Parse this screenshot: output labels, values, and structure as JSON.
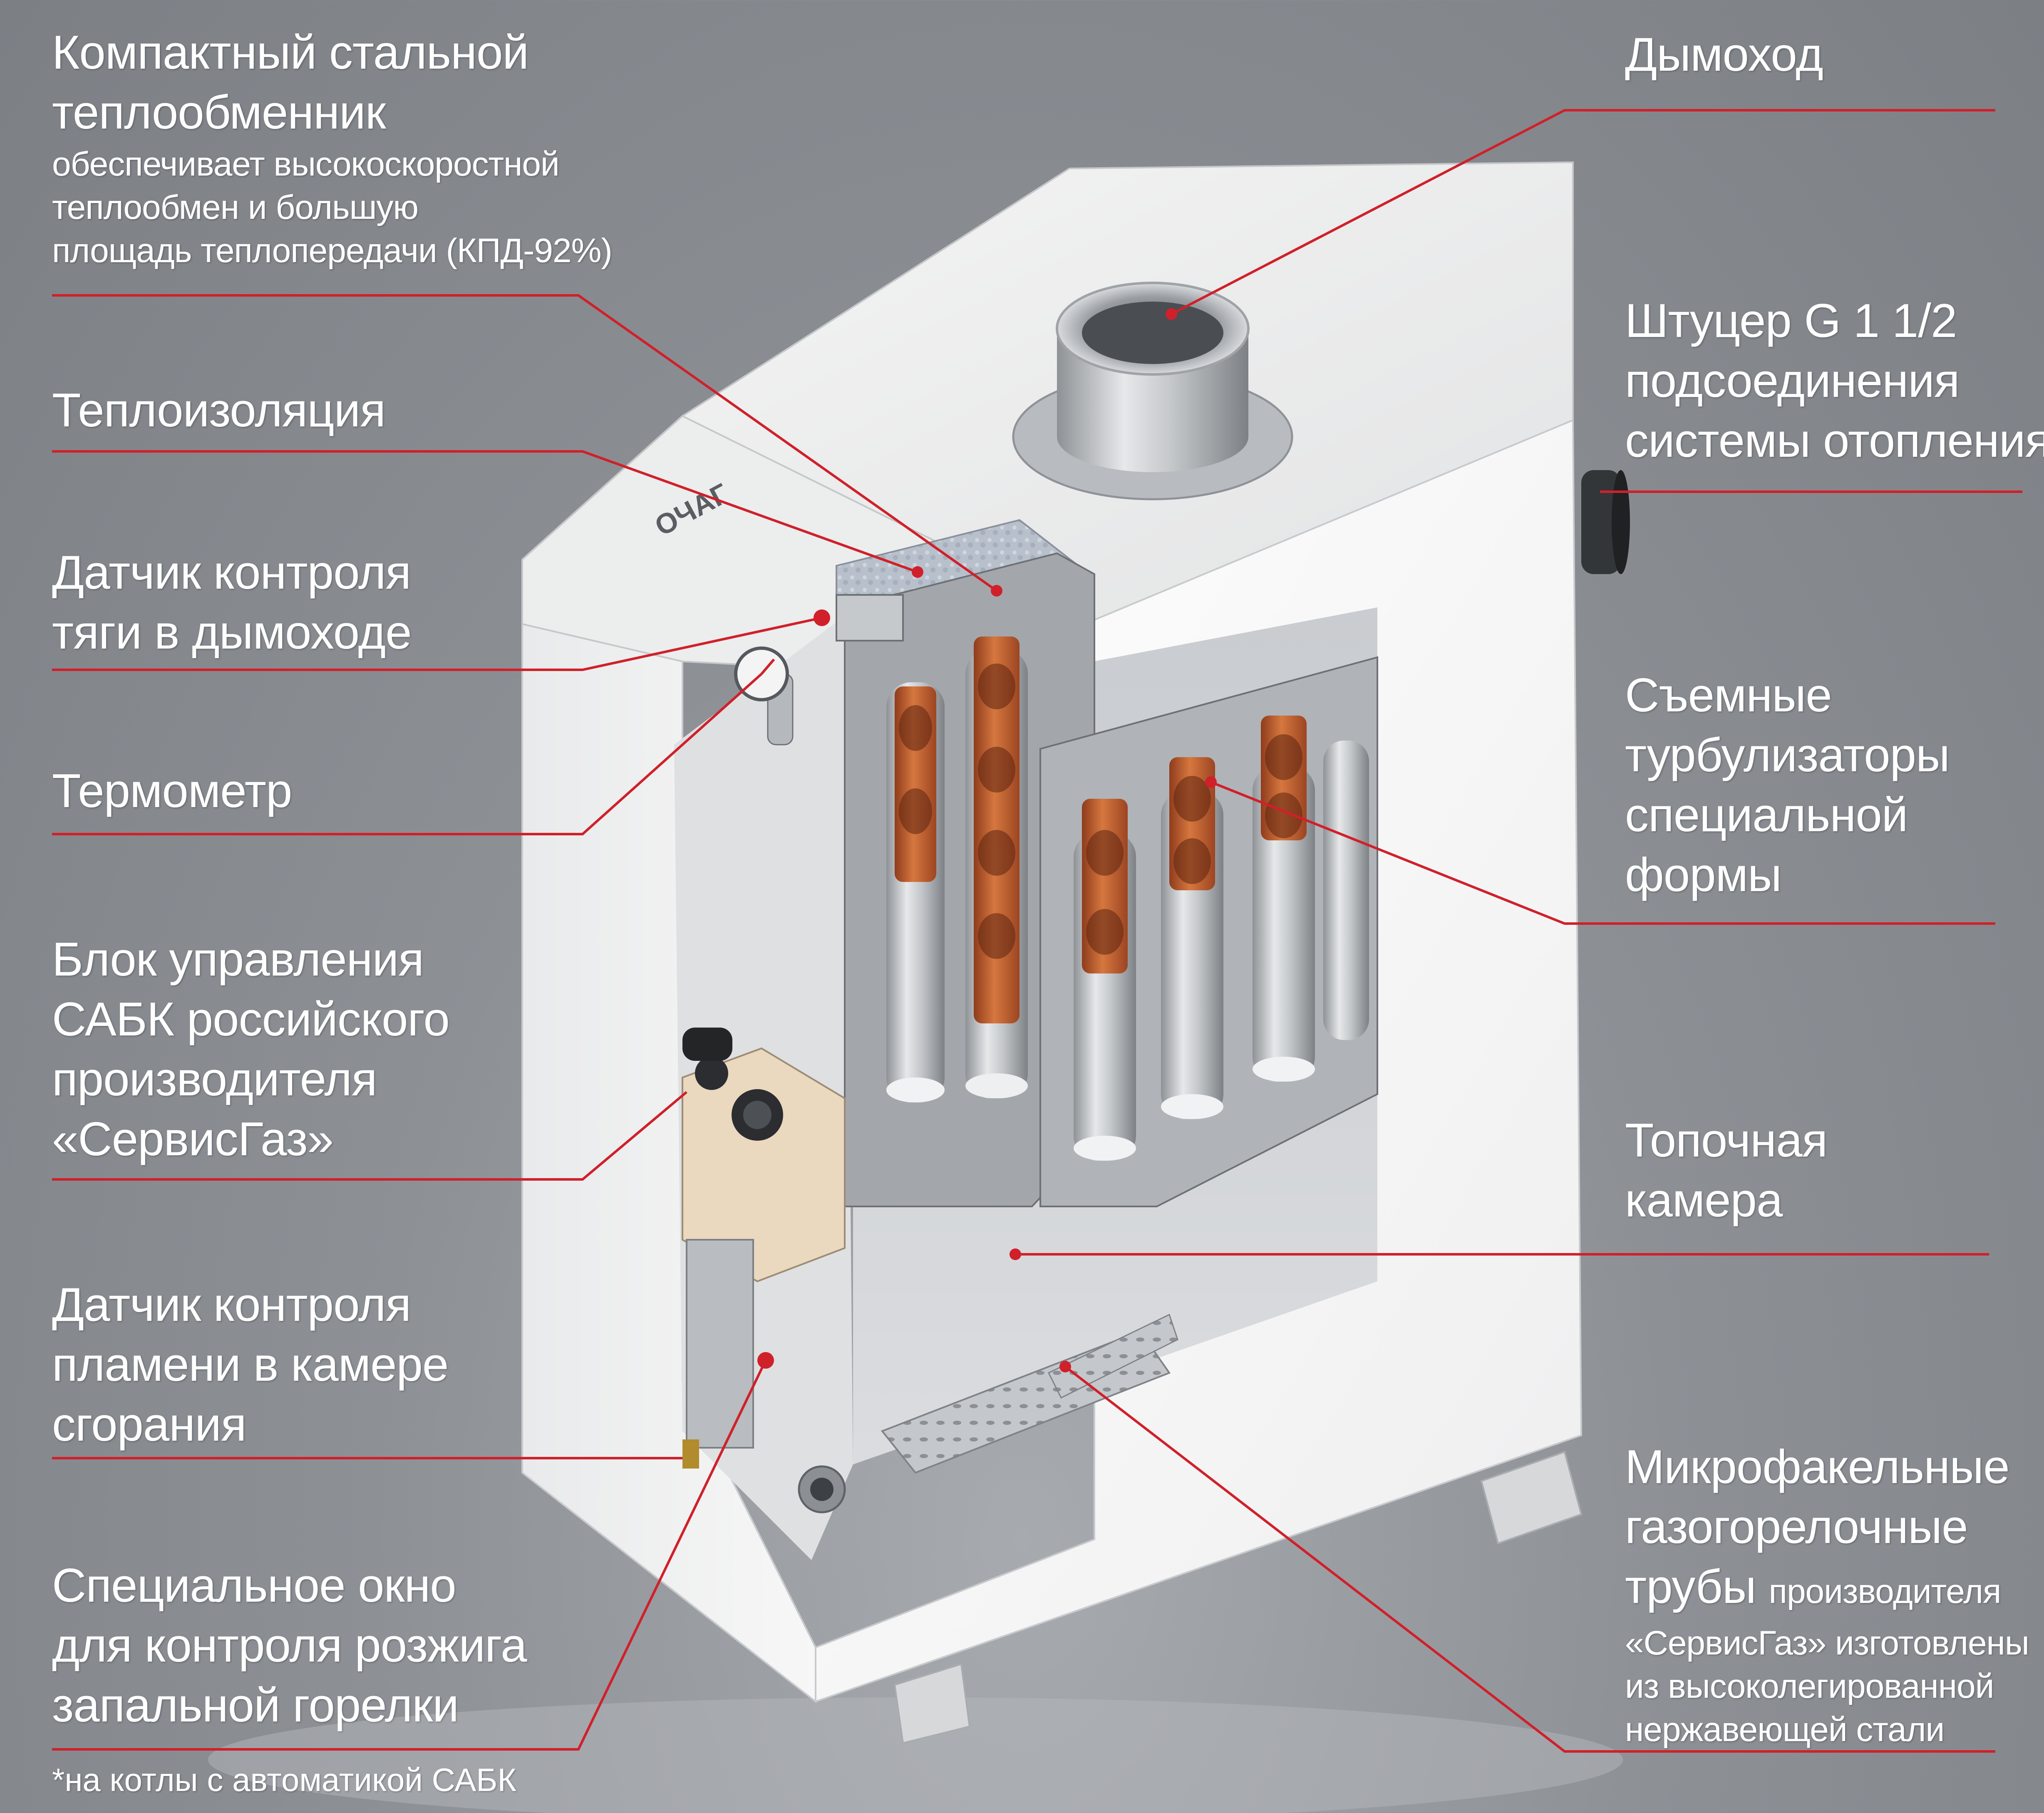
{
  "colors": {
    "background": "#878b90",
    "leader_line": "#d0202a",
    "text": "#ffffff",
    "copper": "#c8643a"
  },
  "boiler": {
    "logo_text": "ОЧАГ"
  },
  "labels": {
    "heat_exchanger": {
      "title_lines": [
        "Компактный стальной",
        "теплообменник"
      ],
      "desc_lines": [
        "обеспечивает высокоскоростной",
        "теплообмен и большую",
        "площадь теплопередачи (КПД-92%)"
      ]
    },
    "insulation": {
      "lines": [
        "Теплоизоляция"
      ]
    },
    "draft_sensor": {
      "lines": [
        "Датчик контроля",
        "тяги в дымоходе"
      ]
    },
    "thermometer": {
      "lines": [
        "Термометр"
      ]
    },
    "control_unit": {
      "lines": [
        "Блок управления",
        "САБК российского",
        "производителя",
        "«СервисГаз»"
      ]
    },
    "flame_sensor": {
      "lines": [
        "Датчик контроля",
        "пламени в камере",
        "сгорания"
      ]
    },
    "ignition_window": {
      "lines": [
        "Специальное окно",
        "для контроля розжига",
        "запальной горелки"
      ]
    },
    "footnote": "*на котлы с автоматикой САБК",
    "flue": {
      "lines": [
        "Дымоход"
      ]
    },
    "fitting": {
      "lines": [
        "Штуцер G 1 1/2",
        "подсоединения",
        "системы отопления"
      ]
    },
    "turbulators": {
      "lines": [
        "Съемные",
        "турбулизаторы",
        "специальной",
        "формы"
      ]
    },
    "furnace": {
      "lines": [
        "Топочная",
        "камера"
      ]
    },
    "burners": {
      "title_lines": [
        "Микрофакельные",
        "газогорелочные"
      ],
      "title_last": "трубы",
      "desc_inline": "производителя",
      "desc_lines": [
        "«СервисГаз» изготовлены",
        "из высоколегированной",
        "нержавеющей стали"
      ]
    }
  }
}
